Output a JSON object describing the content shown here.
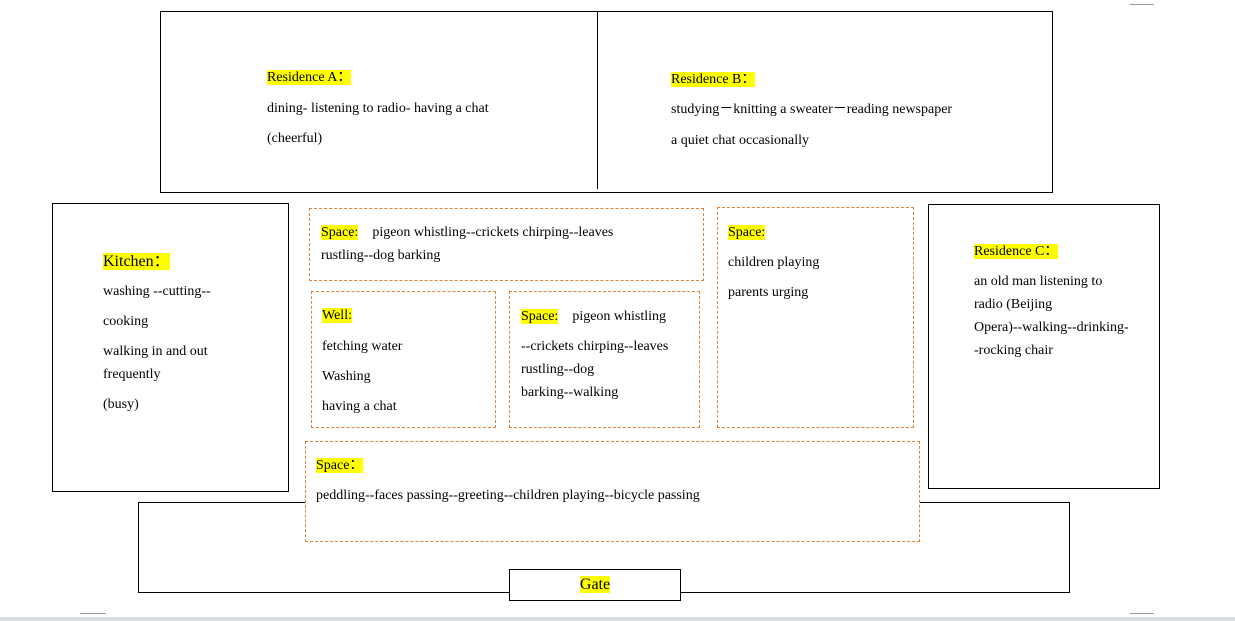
{
  "residence_a": {
    "title": "Residence A：",
    "line1": "dining- listening to radio- having a chat",
    "line2": "(cheerful)"
  },
  "residence_b": {
    "title": "Residence B：",
    "line1": "studying－knitting a sweater－reading newspaper",
    "line2": "a quiet chat occasionally"
  },
  "kitchen": {
    "title": "Kitchen：",
    "line1": "washing --cutting--",
    "line2": "cooking",
    "line3": "walking in and out",
    "line4": "frequently",
    "line5": "(busy)"
  },
  "space_top": {
    "title": "Space:",
    "line1a": "pigeon whistling--crickets chirping--leaves",
    "line2": "rustling--dog barking"
  },
  "well": {
    "title": "Well:",
    "line1": "fetching water",
    "line2": "Washing",
    "line3": "having a chat"
  },
  "space_middle": {
    "title": "Space:",
    "line1a": "pigeon whistling",
    "line2": "--crickets chirping--leaves",
    "line3": "rustling--dog",
    "line4": "barking--walking"
  },
  "space_right": {
    "title": "Space:",
    "line1": "children playing",
    "line2": "parents urging"
  },
  "residence_c": {
    "title": "Residence C：",
    "line1": "an old man listening to",
    "line2": "radio (Beijing",
    "line3": "Opera)--walking--drinking-",
    "line4": "-rocking chair"
  },
  "space_bottom": {
    "title": "Space：",
    "line1": "peddling--faces passing--greeting--children playing--bicycle passing"
  },
  "gate": {
    "label": "Gate"
  }
}
